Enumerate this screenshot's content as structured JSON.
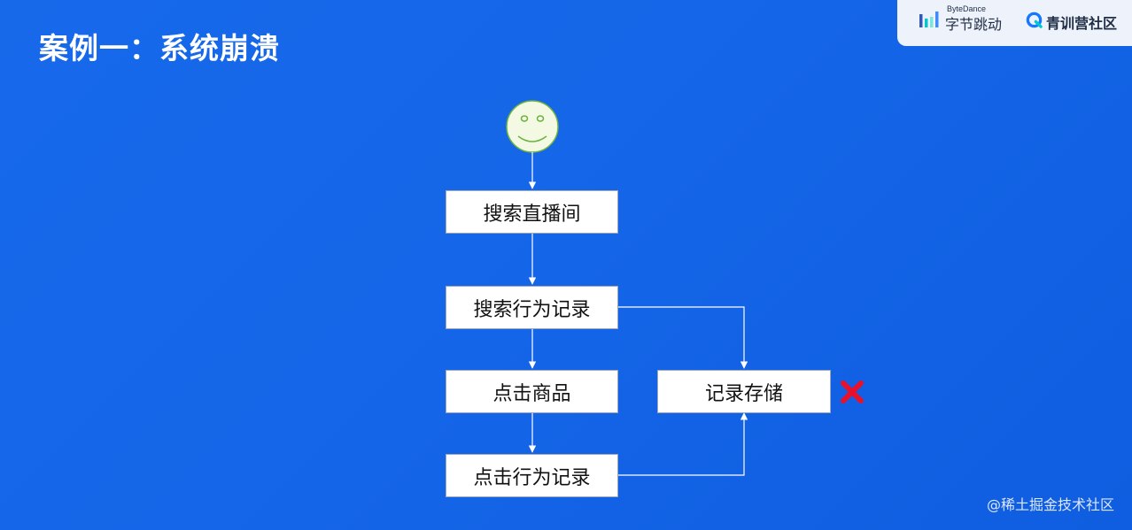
{
  "slide": {
    "title": "案例一：系统崩溃",
    "background_color": "#1a66e8"
  },
  "logos": {
    "bytedance_small": "ByteDance",
    "bytedance_text": "字节跳动",
    "community_text": "青训营社区"
  },
  "diagram": {
    "start_icon": "smiley-face-icon",
    "nodes": {
      "search_live": "搜索直播间",
      "search_record": "搜索行为记录",
      "click_product": "点击商品",
      "click_record": "点击行为记录",
      "record_storage": "记录存储"
    },
    "failure_icon": "red-x-icon",
    "failure_color": "#e8102a",
    "line_color": "#ffffff"
  },
  "credit": {
    "text": "@稀土掘金技术社区"
  }
}
